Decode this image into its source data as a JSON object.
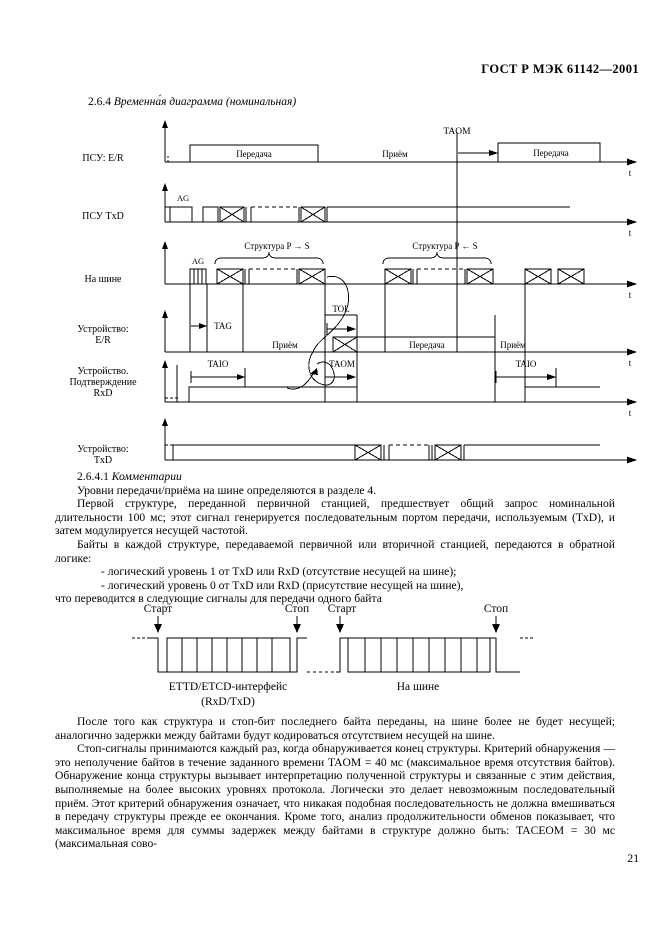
{
  "header": {
    "standard_title": "ГОСТ Р МЭК 61142—2001"
  },
  "section": {
    "number": "2.6.4",
    "title": "Временна́я диаграмма (номинальная)"
  },
  "timing_diagram": {
    "rows": [
      {
        "label_lines": [
          "ПСУ: E/R"
        ],
        "axis_label": "t"
      },
      {
        "label_lines": [
          "ПСУ  TxD"
        ],
        "axis_label": "t"
      },
      {
        "label_lines": [
          "На шине"
        ],
        "axis_label": "t"
      },
      {
        "label_lines": [
          "Устройство:",
          "E/R"
        ],
        "axis_label": "t"
      },
      {
        "label_lines": [
          "Устройство.",
          "Подтверждение",
          "RxD"
        ],
        "axis_label": "t"
      },
      {
        "label_lines": [
          "Устройство:",
          "TxD"
        ],
        "axis_label": "t"
      }
    ],
    "annotations": {
      "taom_top": "TAOM",
      "transmit_1": "Передача",
      "receive_1": "Приём",
      "transmit_2": "Передача",
      "ag_row2": "AG",
      "ag_row3": "AG",
      "frame_p_to_s": "Структура P → S",
      "frame_p_from_s": "Структура P ← S",
      "tag": "TAG",
      "tol": "TOL",
      "receive_dev_1": "Приём",
      "transmit_dev": "Передача",
      "receive_dev_2": "Приём",
      "taio_1": "TAIO",
      "taom_mid": "TAOM",
      "taio_2": "TAIO"
    }
  },
  "comments": {
    "heading_number": "2.6.4.1",
    "heading_title": "Комментарии",
    "paragraphs": [
      "Уровни передачи/приёма на шине определяются в разделе 4.",
      "Первой структуре, переданной первичной станцией, предшествует общий запрос номинальной длительности 100 мс; этот сигнал генерируется последовательным портом передачи, используемым (TxD), и затем модулируется несущей частотой.",
      "Байты в каждой структуре, передаваемой первичной или вторичной станцией, передаются в обратной логике:",
      "- логический уровень 1 от TxD или RxD (отсутствие несущей на шине);",
      "- логический уровень 0 от TxD или RxD (присутствие несущей на шине),",
      "что переводится в следующие сигналы для передачи одного байта"
    ]
  },
  "byte_diagram": {
    "start_left": "Старт",
    "stop_left": "Стоп",
    "start_right": "Старт",
    "stop_right": "Стоп",
    "caption_left_line1": "ETTD/ETCD-интерфейс",
    "caption_left_line2": "(RxD/TxD)",
    "caption_right": "На шине"
  },
  "closing": {
    "paragraphs": [
      "После того как структура и стоп-бит последнего байта переданы, на шине более не будет несущей; аналогично задержки между байтами будут кодироваться отсутствием несущей на шине.",
      "Стоп-сигналы принимаются каждый раз, когда обнаруживается конец структуры. Критерий обнаружения — это неполучение байтов в течение заданного времени TAOM = 40 мс (максимальное время отсутствия байтов). Обнаружение конца структуры вызывает интерпретацию полученной структуры и связанные с  этим действия, выполняемые на более высоких уровнях протокола. Логически это делает невозможным последовательный приём. Этот критерий обнаружения означает, что никакая подобная последовательность не должна вмешиваться в передачу структуры прежде ее окончания. Кроме того, анализ продолжительности обменов показывает, что максимальное время для суммы задержек между байтами в структуре должно быть: TACEOM = 30 мс (максимальная сово-"
    ]
  },
  "footer": {
    "page_number": "21"
  }
}
